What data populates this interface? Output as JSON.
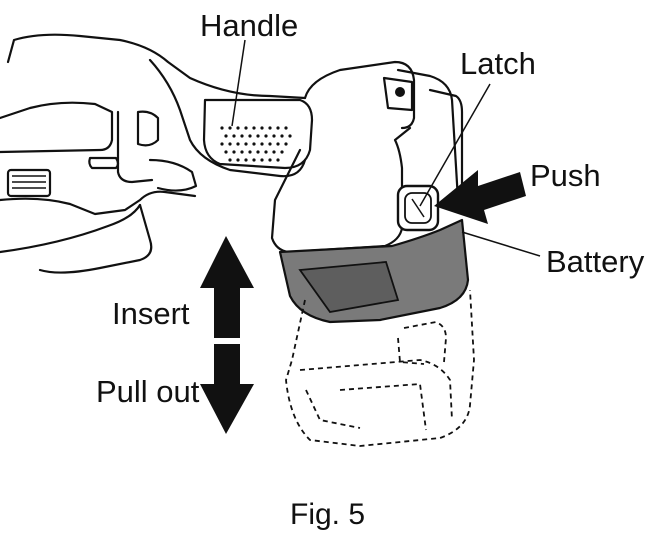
{
  "figure": {
    "labels": {
      "handle": "Handle",
      "latch": "Latch",
      "push": "Push",
      "battery": "Battery",
      "insert": "Insert",
      "pull_out": "Pull out"
    },
    "caption": "Fig. 5",
    "colors": {
      "line": "#111111",
      "battery_shade": "#7a7a7a",
      "background": "#ffffff"
    }
  }
}
